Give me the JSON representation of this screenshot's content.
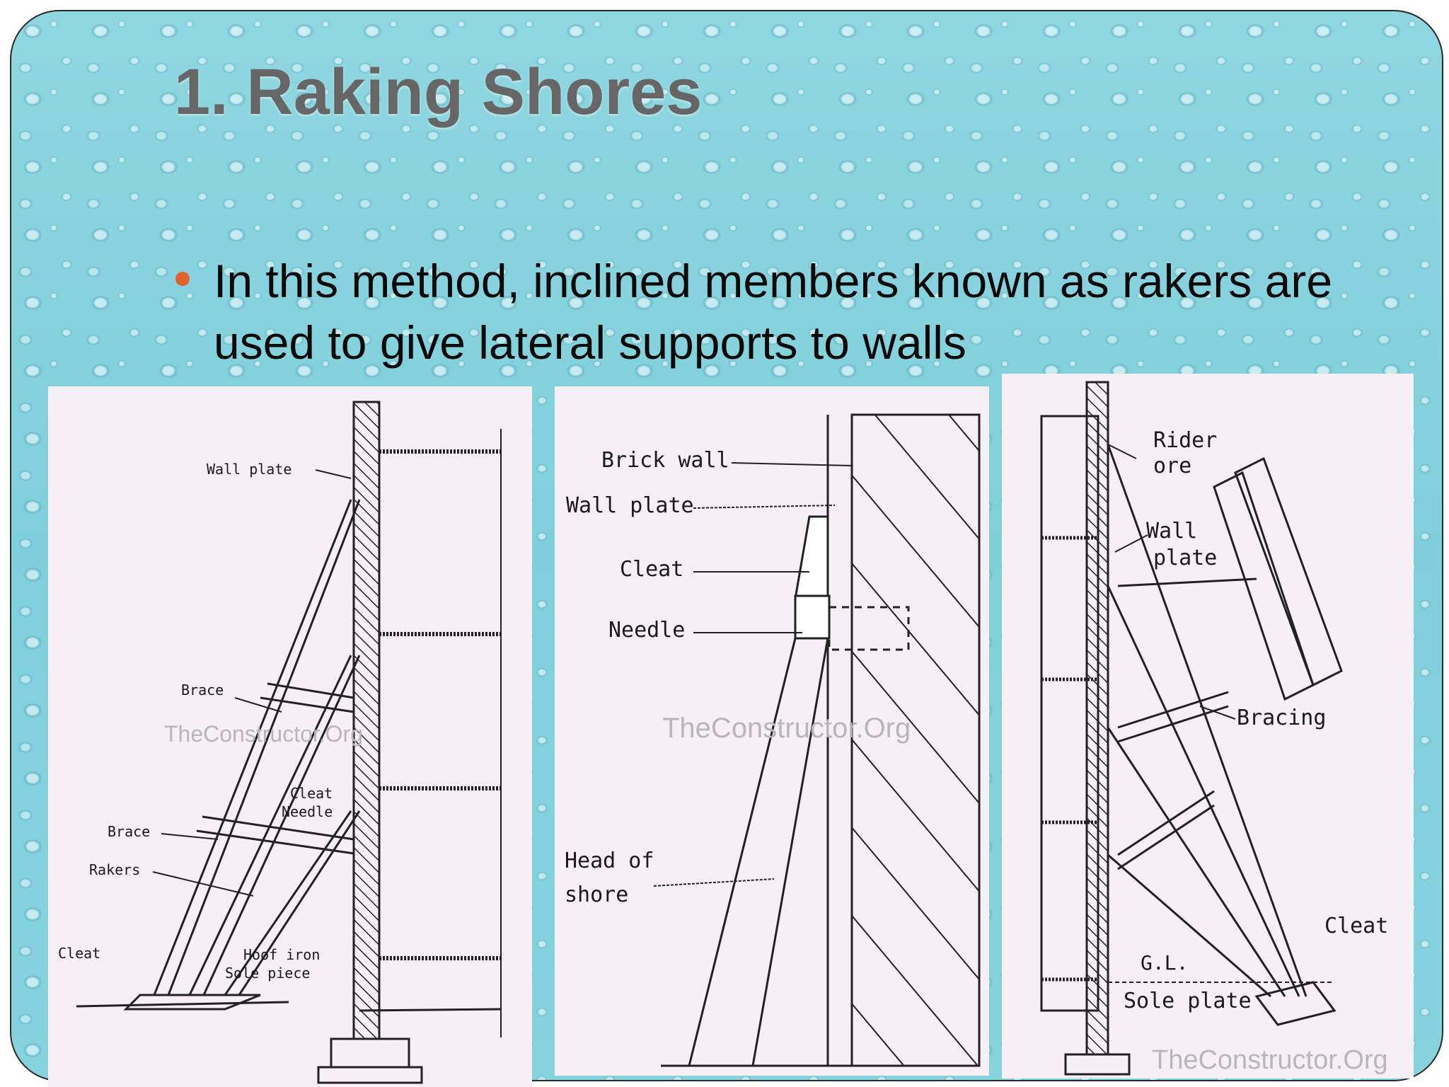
{
  "slide": {
    "title": "1. Raking Shores",
    "bullet": "In this method, inclined members known as rakers are used to give lateral supports to walls"
  },
  "figures": [
    {
      "labels": {
        "wall_plate": "Wall plate",
        "brace_upper": "Brace",
        "cleat": "Cleat",
        "needle": "Needle",
        "brace_lower": "Brace",
        "rakers": "Rakers",
        "cleat_base": "Cleat",
        "hoof_iron": "Hoof iron",
        "sole_piece": "Sole piece"
      },
      "watermark": "TheConstructor.Org"
    },
    {
      "labels": {
        "brick_wall": "Brick wall",
        "wall_plate": "Wall plate",
        "cleat": "Cleat",
        "needle": "Needle",
        "head_of_shore_1": "Head of",
        "head_of_shore_2": "shore"
      },
      "watermark": "TheConstructor.Org"
    },
    {
      "labels": {
        "rider": "Rider",
        "rider_2": "ore",
        "wall_plate_1": "Wall",
        "wall_plate_2": "plate",
        "bracing": "Bracing",
        "cleat": "Cleat",
        "gl": "G.L.",
        "sole_plate": "Sole plate"
      },
      "watermark": "TheConstructor.Org"
    }
  ],
  "colors": {
    "bullet": "#e0622c",
    "title": "#666666"
  }
}
